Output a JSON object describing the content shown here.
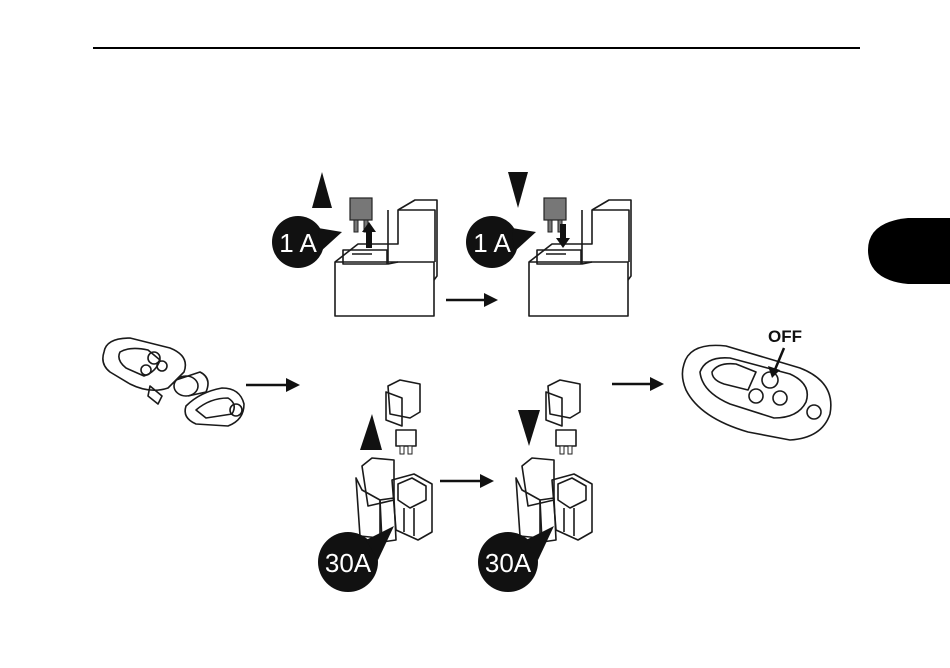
{
  "header_rule": true,
  "side_tab": {
    "color": "#000000"
  },
  "small_fuse_badges": [
    "1 A",
    "1 A"
  ],
  "large_fuse_badges": [
    "30A",
    "30A"
  ],
  "remote_label": "OFF",
  "steps": [
    {
      "fuse": "1 A",
      "action": "remove",
      "arrow": "up-triangle"
    },
    {
      "fuse": "1 A",
      "action": "install",
      "arrow": "down-triangle"
    },
    {
      "fuse": "30A",
      "action": "remove",
      "arrow": "up-triangle"
    },
    {
      "fuse": "30A",
      "action": "install",
      "arrow": "down-triangle"
    }
  ],
  "icons": [
    "remote-open-icon",
    "remote-closed-icon",
    "relay-block-icon",
    "fuse-holder-icon",
    "flow-arrow-icon"
  ]
}
